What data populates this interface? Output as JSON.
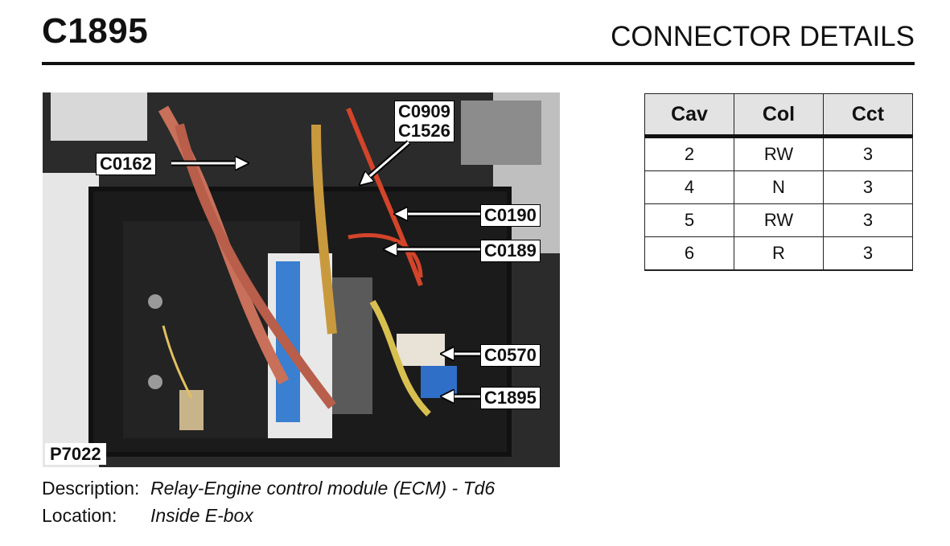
{
  "header": {
    "code": "C1895",
    "heading": "CONNECTOR DETAILS"
  },
  "photo": {
    "id": "P7022",
    "callouts": [
      {
        "name": "c0909-c1526",
        "lines": [
          "C0909",
          "C1526"
        ]
      },
      {
        "name": "c0162",
        "lines": [
          "C0162"
        ]
      },
      {
        "name": "c0190",
        "lines": [
          "C0190"
        ]
      },
      {
        "name": "c0189",
        "lines": [
          "C0189"
        ]
      },
      {
        "name": "c0570",
        "lines": [
          "C0570"
        ]
      },
      {
        "name": "c1895",
        "lines": [
          "C1895"
        ]
      }
    ]
  },
  "table": {
    "headers": [
      "Cav",
      "Col",
      "Cct"
    ],
    "rows": [
      [
        "2",
        "RW",
        "3"
      ],
      [
        "4",
        "N",
        "3"
      ],
      [
        "5",
        "RW",
        "3"
      ],
      [
        "6",
        "R",
        "3"
      ]
    ]
  },
  "description": {
    "label": "Description:",
    "value": "Relay-Engine control module (ECM) - Td6"
  },
  "location": {
    "label": "Location:",
    "value": "Inside E-box"
  }
}
